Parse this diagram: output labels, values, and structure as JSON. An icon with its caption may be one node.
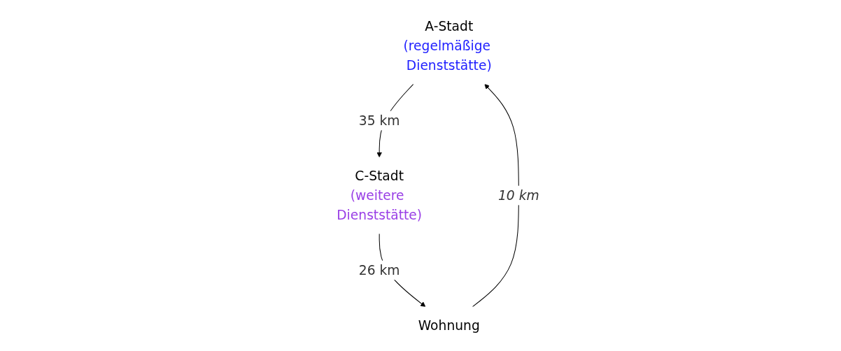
{
  "diagram": {
    "nodes": [
      {
        "text": [
          "A-Stadt",
          "(regelmäßige Dienststätte)"
        ]
      },
      {
        "text": [
          "Wohnung"
        ]
      },
      {
        "text": [
          "C-Stadt",
          "(weitere Dienststätte)"
        ]
      }
    ],
    "edges": [
      {
        "from": 1,
        "to": 0,
        "arrow": "to",
        "label": "10 km"
      },
      {
        "from": 0,
        "to": 2,
        "arrow": "to",
        "label": "35 km"
      },
      {
        "from": 2,
        "to": 1,
        "arrow": "to",
        "label": "26 km"
      }
    ]
  }
}
